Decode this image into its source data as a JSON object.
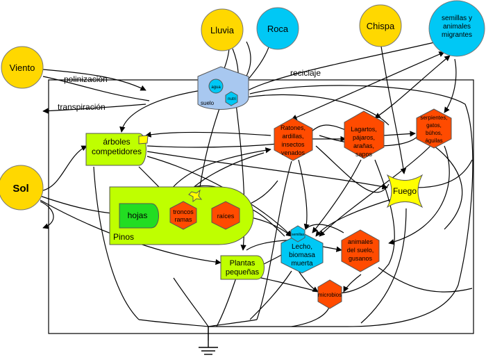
{
  "sources": {
    "viento": "Viento",
    "sol": "Sol",
    "lluvia": "Lluvia",
    "roca": "Roca",
    "chispa": "Chispa",
    "semillas": [
      "semillas y",
      "animales",
      "migrantes"
    ]
  },
  "annotations": {
    "polinizacion": "polinización",
    "transpiracion": "transpiración",
    "reciclaje": "reciclaje"
  },
  "soil": {
    "agua": "agua",
    "suelo": "suelo",
    "nutri": "nutri"
  },
  "producers": {
    "arboles": [
      "árboles",
      "competidores"
    ],
    "pinos": "Pinos",
    "hojas": "hojas",
    "troncos": [
      "troncos",
      "ramas"
    ],
    "raices": "raíces",
    "plantas": [
      "Plantas",
      "pequeñas"
    ]
  },
  "consumers": {
    "ratones": [
      "Ratones,",
      "ardillas,",
      "insectos",
      "venados"
    ],
    "lagartos": [
      "Lagartos,",
      "pájaros,",
      "arañas,",
      "sapos"
    ],
    "serpientes": [
      "serpientes,",
      "gatos,",
      "búhos,",
      "águilas"
    ],
    "animales_suelo": [
      "animales",
      "del suelo,",
      "gusanos"
    ],
    "microbios": "microbios"
  },
  "detritus": {
    "lecho": [
      "Lecho,",
      "biomasa",
      "muerta"
    ],
    "small": "semillas"
  },
  "fire": "Fuego",
  "colors": {
    "source_yellow": "#FFD800",
    "source_cyan": "#00C8F5",
    "producer_green": "#BFFF00",
    "leaf_green": "#22DD22",
    "consumer_red": "#FF4B00",
    "soil_blue": "#A8C8F0",
    "fire_yellow": "#FFFF00"
  }
}
